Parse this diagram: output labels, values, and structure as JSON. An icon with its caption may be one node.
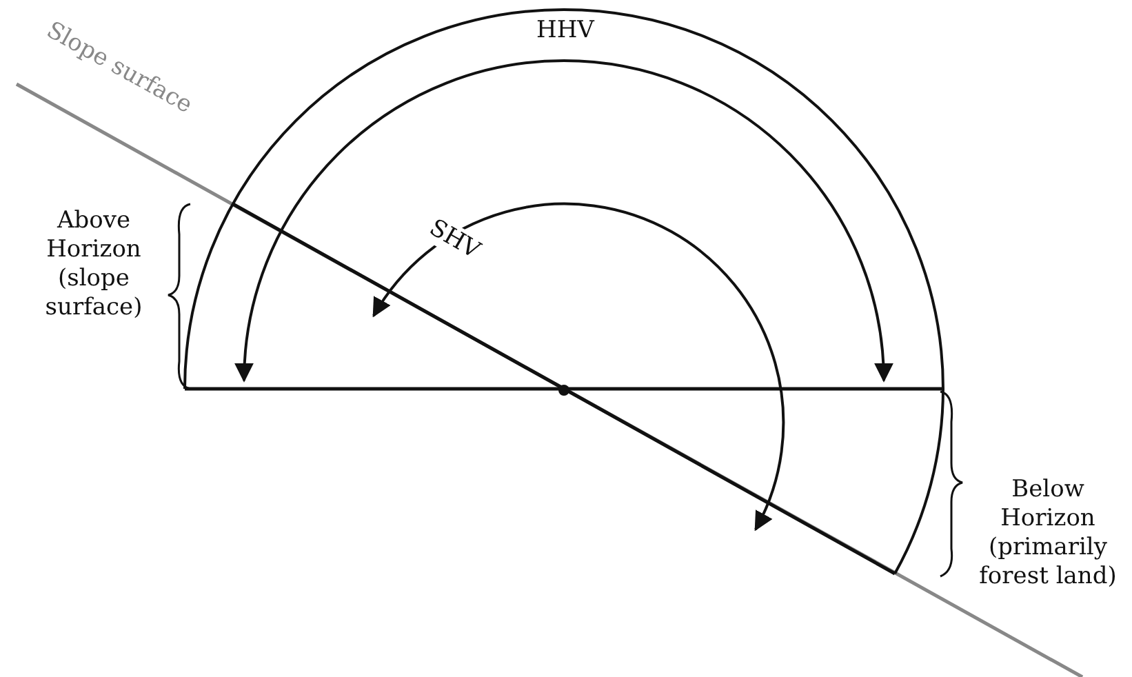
{
  "diagram": {
    "labels": [
      "Slope surface",
      "HHV",
      "SHV",
      "Above Horizon (slope surface)",
      "Below Horizon (primarily forest land)"
    ]
  }
}
